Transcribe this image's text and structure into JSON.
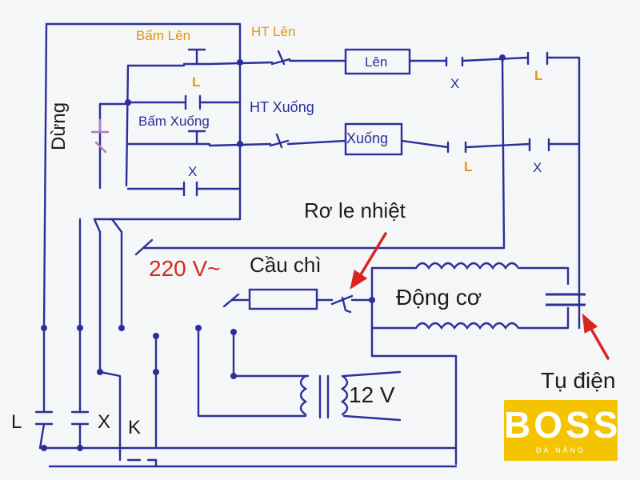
{
  "labels": {
    "bam_len": "Bấm Lên",
    "ht_len": "HT Lên",
    "len": "Lên",
    "x_top": "X",
    "l_top_right": "L",
    "l_under_bam_len": "L",
    "dung": "Dừng",
    "bam_xuong": "Bấm Xuống",
    "ht_xuong": "HT Xuống",
    "xuong": "Xuống",
    "l_mid": "L",
    "x_mid_right": "X",
    "x_left": "X",
    "ro_le_nhiet": "Rơ le nhiệt",
    "v220": "220 V~",
    "cau_chi": "Cầu chì",
    "dong_co": "Động cơ",
    "tu_dien": "Tụ điện",
    "v12": "12 V",
    "l_bottom": "L",
    "x_bottom": "X",
    "k_bottom": "K"
  },
  "logo": {
    "word": "BOSS",
    "sub": "ĐÀ NẴNG"
  },
  "colors": {
    "wire": "#2a2f9a",
    "contact_label": "#e8920e",
    "arrow": "#d8261f",
    "coil": "#2a2f9a",
    "logo_bg": "#f5c400"
  }
}
